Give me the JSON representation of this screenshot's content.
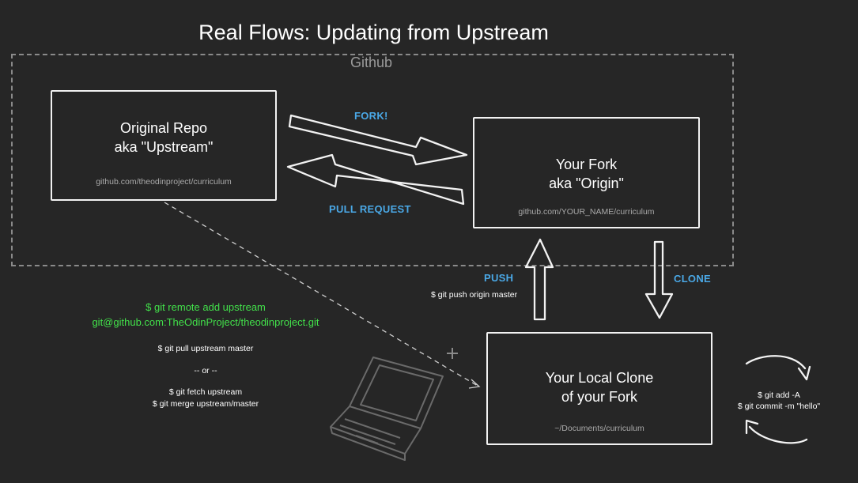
{
  "title": "Real Flows: Updating from Upstream",
  "github_label": "Github",
  "boxes": {
    "upstream": {
      "line1": "Original Repo",
      "line2": "aka \"Upstream\"",
      "url": "github.com/theodinproject/curriculum"
    },
    "origin": {
      "line1": "Your Fork",
      "line2": "aka \"Origin\"",
      "url": "github.com/YOUR_NAME/curriculum"
    },
    "local": {
      "line1": "Your Local Clone",
      "line2": "of your Fork",
      "url": "~/Documents/curriculum"
    }
  },
  "arrows": {
    "fork": "FORK!",
    "pull_request": "PULL REQUEST",
    "push": "PUSH",
    "push_cmd": "$ git push origin master",
    "clone": "CLONE"
  },
  "commands": {
    "remote_add_1": "$ git remote add upstream",
    "remote_add_2": "git@github.com:TheOdinProject/theodinproject.git",
    "pull": "$ git pull upstream master",
    "or": "-- or --",
    "fetch": "$ git fetch upstream",
    "merge": "$ git merge upstream/master",
    "add": "$ git add -A",
    "commit": "$ git commit -m \"hello\""
  },
  "colors": {
    "background": "#262626",
    "label_blue": "#4aa8e6",
    "command_green": "#42e04a",
    "stroke": "#f2f2f2"
  }
}
